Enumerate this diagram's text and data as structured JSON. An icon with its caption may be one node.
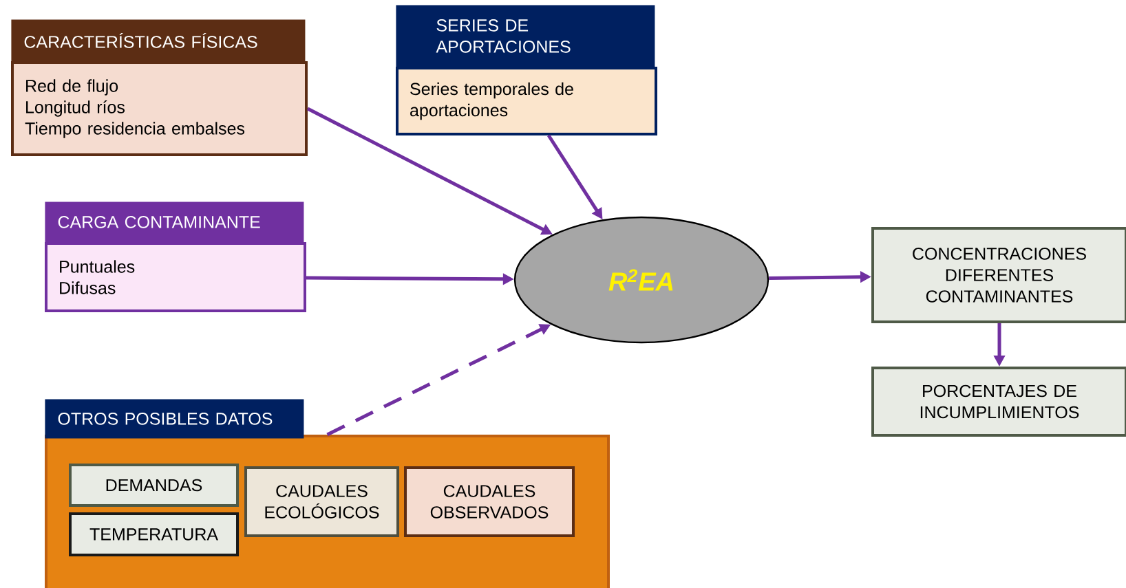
{
  "diagram": {
    "nodes": [
      {
        "text": [
          "CARACTERÍSTICAS FÍSICAS",
          "Red de flujo",
          "Longitud ríos",
          "Tiempo residencia embalses"
        ]
      },
      {
        "text": [
          "SERIES DE APORTACIONES",
          "Series temporales de aportaciones"
        ]
      },
      {
        "text": [
          "CARGA CONTAMINANTE",
          "Puntuales",
          "Difusas"
        ]
      },
      {
        "text": [
          "R$^{2}$EA"
        ]
      },
      {
        "text": [
          "CONCENTRACIONES DIFERENTES CONTAMINANTES"
        ]
      },
      {
        "text": [
          "PORCENTAJES DE INCUMPLIMIENTOS"
        ]
      },
      {
        "text": [
          "OTROS POSIBLES DATOS"
        ]
      },
      {
        "text": [
          "DEMANDAS"
        ],
        "in": 6
      },
      {
        "text": [
          "TEMPERATURA"
        ],
        "in": 6
      },
      {
        "text": [
          "CAUDALES ECOLÓGICOS"
        ],
        "in": 6
      },
      {
        "text": [
          "CAUDALES OBSERVADOS"
        ],
        "in": 6
      }
    ],
    "edges": [
      {
        "from": 0,
        "to": 3,
        "arrow": "to"
      },
      {
        "from": 1,
        "to": 3,
        "arrow": "to"
      },
      {
        "from": 2,
        "to": 3,
        "arrow": "to"
      },
      {
        "from": 6,
        "to": 3,
        "arrow": "to",
        "style": "dashed"
      },
      {
        "from": 3,
        "to": 4,
        "arrow": "to"
      },
      {
        "from": 4,
        "to": 5,
        "arrow": "to"
      }
    ]
  }
}
